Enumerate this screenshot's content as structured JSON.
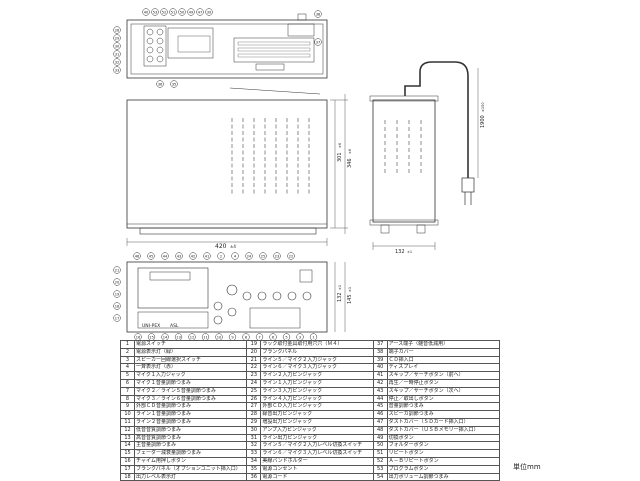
{
  "dims": {
    "width": "420",
    "width_tol": "±4",
    "depth_outer": "346",
    "depth_outer_tol": "±6",
    "depth_inner": "301",
    "depth_inner_tol": "±6",
    "side_depth": "132",
    "side_depth_tol": "±1",
    "front_height": "145",
    "front_height_tol": "±1",
    "front_height_inner": "132",
    "front_height_inner_tol": "±1",
    "cord_length": "1900",
    "cord_length_tol": "±150"
  },
  "brand": "UNI-PEX",
  "model_label": "ASL",
  "top_callouts": [
    "40",
    "53",
    "52",
    "51",
    "50",
    "49",
    "47",
    "39"
  ],
  "top_left_callouts": [
    "28",
    "29",
    "30",
    "31",
    "32",
    "33"
  ],
  "rear_callouts_right": [
    "38",
    "37"
  ],
  "rear_callouts_bottom": [
    "36",
    "35"
  ],
  "front_callouts_top": [
    "46",
    "45",
    "44",
    "43",
    "42",
    "41",
    "2",
    "4",
    "24",
    "25",
    "23",
    "22"
  ],
  "front_callouts_left": [
    "21",
    "20",
    "19",
    "18",
    "17"
  ],
  "front_callouts_bottom": [
    "16",
    "15",
    "14",
    "13",
    "12",
    "11",
    "10",
    "9",
    "8",
    "7",
    "6",
    "5",
    "3",
    "1"
  ],
  "parts": [
    {
      "n": "1",
      "t": "電源スイッチ"
    },
    {
      "n": "2",
      "t": "電源表示灯（緑）"
    },
    {
      "n": "3",
      "t": "スピーカー回線選択スイッチ"
    },
    {
      "n": "4",
      "t": "一斉表示灯（赤）"
    },
    {
      "n": "5",
      "t": "マイク１入力ジャック"
    },
    {
      "n": "6",
      "t": "マイク１音量調節つまみ"
    },
    {
      "n": "7",
      "t": "マイク２／ライン５音量調節つまみ"
    },
    {
      "n": "8",
      "t": "マイク３／ライン６音量調節つまみ"
    },
    {
      "n": "9",
      "t": "外部ＣＤ音量調節つまみ"
    },
    {
      "n": "10",
      "t": "ライン１音量調節つまみ"
    },
    {
      "n": "11",
      "t": "ライン２音量調節つまみ"
    },
    {
      "n": "12",
      "t": "低音音質調節つまみ"
    },
    {
      "n": "13",
      "t": "高音音質調節つまみ"
    },
    {
      "n": "14",
      "t": "主音量調節つまみ"
    },
    {
      "n": "15",
      "t": "フェーダー減衰量調節つまみ"
    },
    {
      "n": "16",
      "t": "チャイム用押しボタン"
    },
    {
      "n": "17",
      "t": "ブランクパネル（オプションユニット挿入口）"
    },
    {
      "n": "18",
      "t": "出力レベル表示灯"
    },
    {
      "n": "19",
      "t": "ラック取付金具取付用穴穴（Ｍ４）"
    },
    {
      "n": "20",
      "t": "ブランクパネル"
    },
    {
      "n": "21",
      "t": "ライン５／マイク２入力ジャック"
    },
    {
      "n": "22",
      "t": "ライン６／マイク３入力ジャック"
    },
    {
      "n": "23",
      "t": "ライン２入力ピンジャック"
    },
    {
      "n": "24",
      "t": "ライン１入力ピンジャック"
    },
    {
      "n": "25",
      "t": "ライン３入力ピンジャック"
    },
    {
      "n": "26",
      "t": "ライン４入力ピンジャック"
    },
    {
      "n": "27",
      "t": "外部ＣＤ入力ピンジャック"
    },
    {
      "n": "28",
      "t": "録音出力ピンジャック"
    },
    {
      "n": "29",
      "t": "増設出力ピンジャック"
    },
    {
      "n": "30",
      "t": "アンプ入力ピンジャック"
    },
    {
      "n": "31",
      "t": "ライン出力ピンジャック"
    },
    {
      "n": "32",
      "t": "ライン５／マイク２入力レベル切換スイッチ"
    },
    {
      "n": "33",
      "t": "ライン６／マイク３入力レベル切換スイッチ"
    },
    {
      "n": "34",
      "t": "美線バンドホルダー"
    },
    {
      "n": "35",
      "t": "電源コンセント"
    },
    {
      "n": "36",
      "t": "電源コード"
    },
    {
      "n": "37",
      "t": "アース端子（雑音低減用）"
    },
    {
      "n": "38",
      "t": "端子カバー"
    },
    {
      "n": "39",
      "t": "ＣＤ挿入口"
    },
    {
      "n": "40",
      "t": "ディスプレイ"
    },
    {
      "n": "41",
      "t": "スキップ／サーチボタン（前へ）"
    },
    {
      "n": "42",
      "t": "再生／一時停止ボタン"
    },
    {
      "n": "43",
      "t": "スキップ／サーチボタン（次へ）"
    },
    {
      "n": "44",
      "t": "停止／取出しボタン"
    },
    {
      "n": "45",
      "t": "音量調節つまみ"
    },
    {
      "n": "46",
      "t": "スピーカ調節つまみ"
    },
    {
      "n": "47",
      "t": "ダストカバー（ＳＤカード挿入口）"
    },
    {
      "n": "48",
      "t": "ダストカバー（ＵＳＢメモリー挿入口）"
    },
    {
      "n": "49",
      "t": "切換ボタン"
    },
    {
      "n": "50",
      "t": "フォルダーボタン"
    },
    {
      "n": "51",
      "t": "リピートボタン"
    },
    {
      "n": "52",
      "t": "Ａ－Ｂリピートボタン"
    },
    {
      "n": "53",
      "t": "プログラムボタン"
    },
    {
      "n": "54",
      "t": "出力ボリューム調節つまみ"
    }
  ],
  "unit_label": "単位mm"
}
